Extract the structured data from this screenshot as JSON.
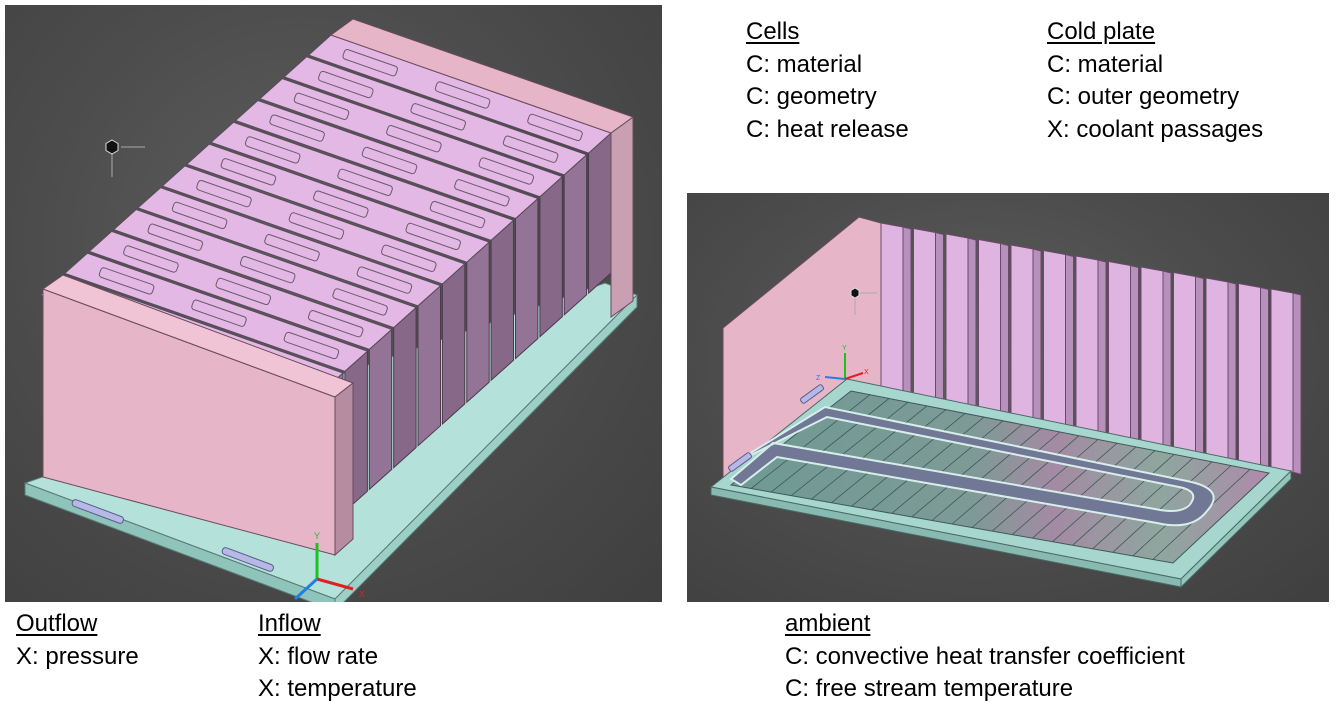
{
  "labels": {
    "cells": {
      "title": "Cells",
      "lines": [
        "C: material",
        "C: geometry",
        "C: heat release"
      ]
    },
    "cold_plate": {
      "title": "Cold plate",
      "lines": [
        "C: material",
        "C: outer geometry",
        "X: coolant passages"
      ]
    },
    "outflow": {
      "title": "Outflow",
      "lines": [
        "X: pressure"
      ]
    },
    "inflow": {
      "title": "Inflow",
      "lines": [
        "X: flow rate",
        "X: temperature"
      ]
    },
    "ambient": {
      "title": "ambient",
      "lines": [
        "C: convective heat transfer coefficient",
        "C: free stream temperature"
      ]
    }
  },
  "axes": {
    "x": "X",
    "y": "Y",
    "z": "Z"
  },
  "colors": {
    "viewport_bg": "#4b4b4b",
    "cell_top": "#e4b8e4",
    "cell_side": "#8e6e90",
    "end_plate": "#e6b6c8",
    "cold_plate": "#b4e2da",
    "coolant_channel": "#707896",
    "axis_x": "#e02020",
    "axis_y": "#20c020",
    "axis_z": "#2080e0"
  }
}
